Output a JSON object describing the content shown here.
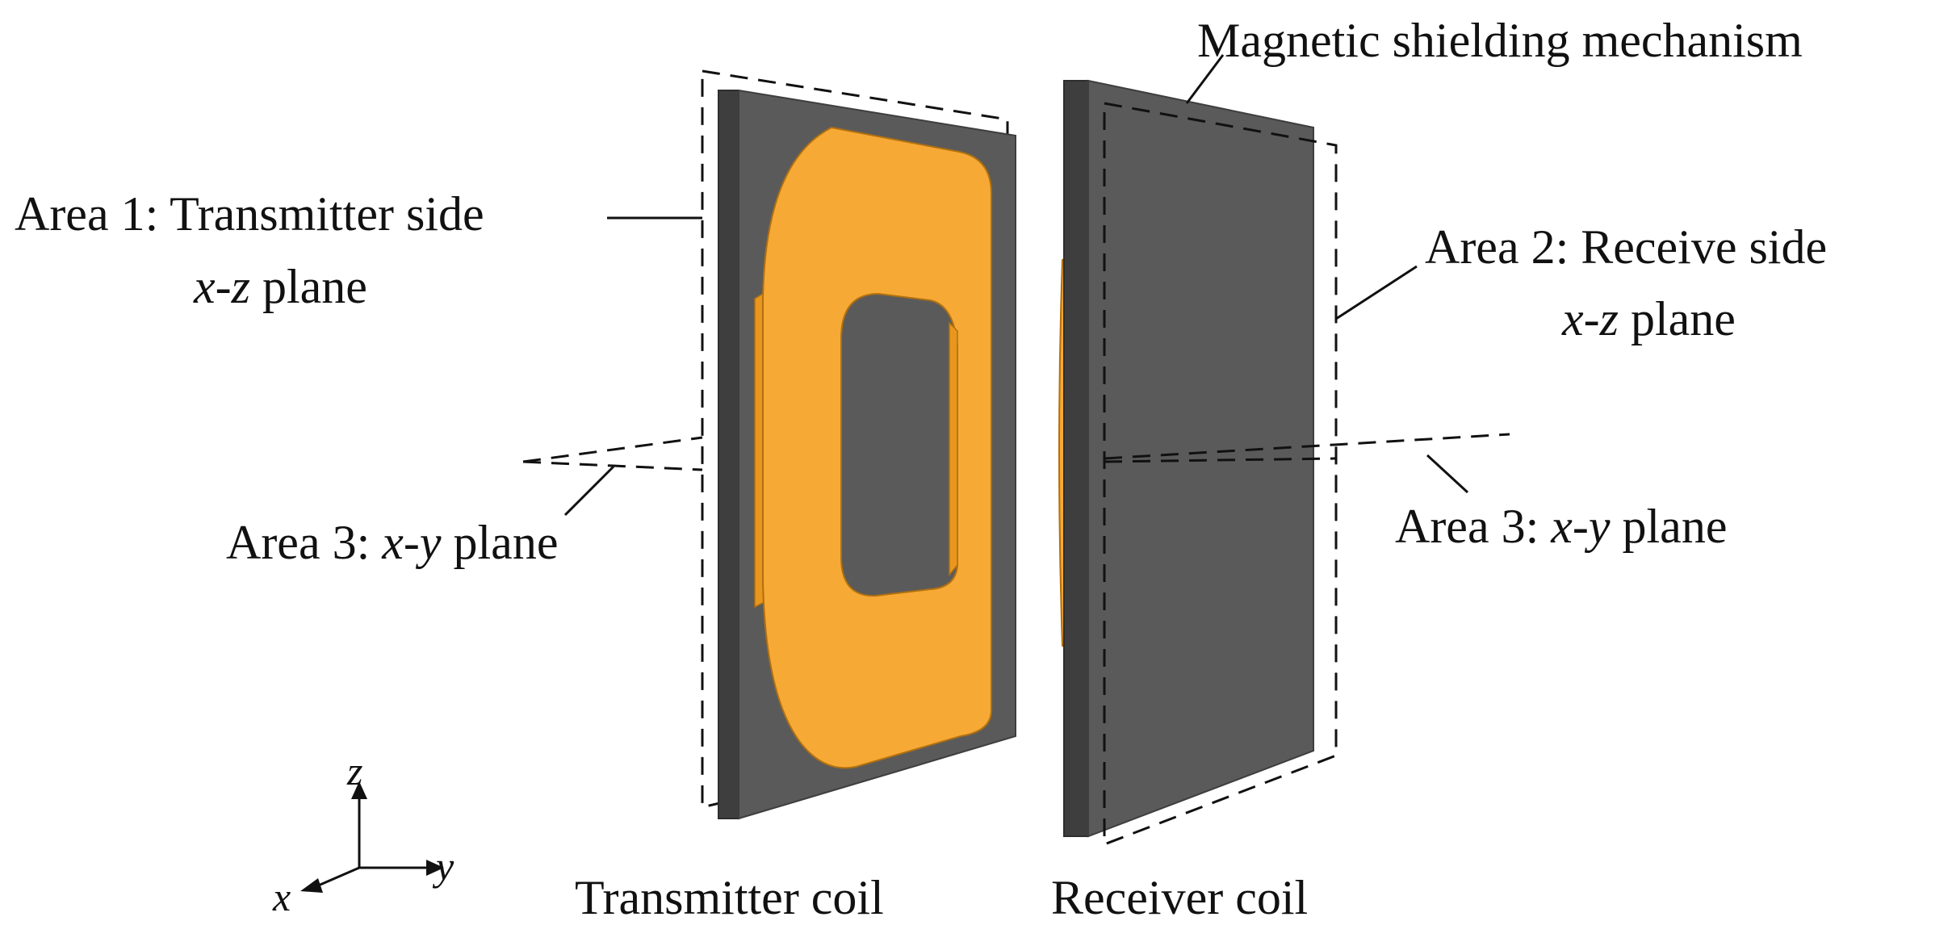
{
  "labels": {
    "magnetic_shielding": "Magnetic shielding mechanism",
    "area1_line1": "Area 1: Transmitter side",
    "area1_var": "x-z",
    "area1_rest": " plane",
    "area2_line1": "Area 2: Receive side",
    "area2_var": "x-z",
    "area2_rest": " plane",
    "area3_prefix": "Area 3: ",
    "area3_x": "x",
    "area3_dash": "-",
    "area3_y": "y",
    "area3_rest": " plane",
    "transmitter_coil": "Transmitter coil",
    "receiver_coil": "Receiver coil"
  },
  "axes": {
    "z": "z",
    "y": "y",
    "x": "x"
  },
  "colors": {
    "plate": "#5a5a5a",
    "plate_edge": "#3e3e3e",
    "coil": "#f7a935",
    "coil_edge": "#b07010",
    "line": "#111111"
  }
}
